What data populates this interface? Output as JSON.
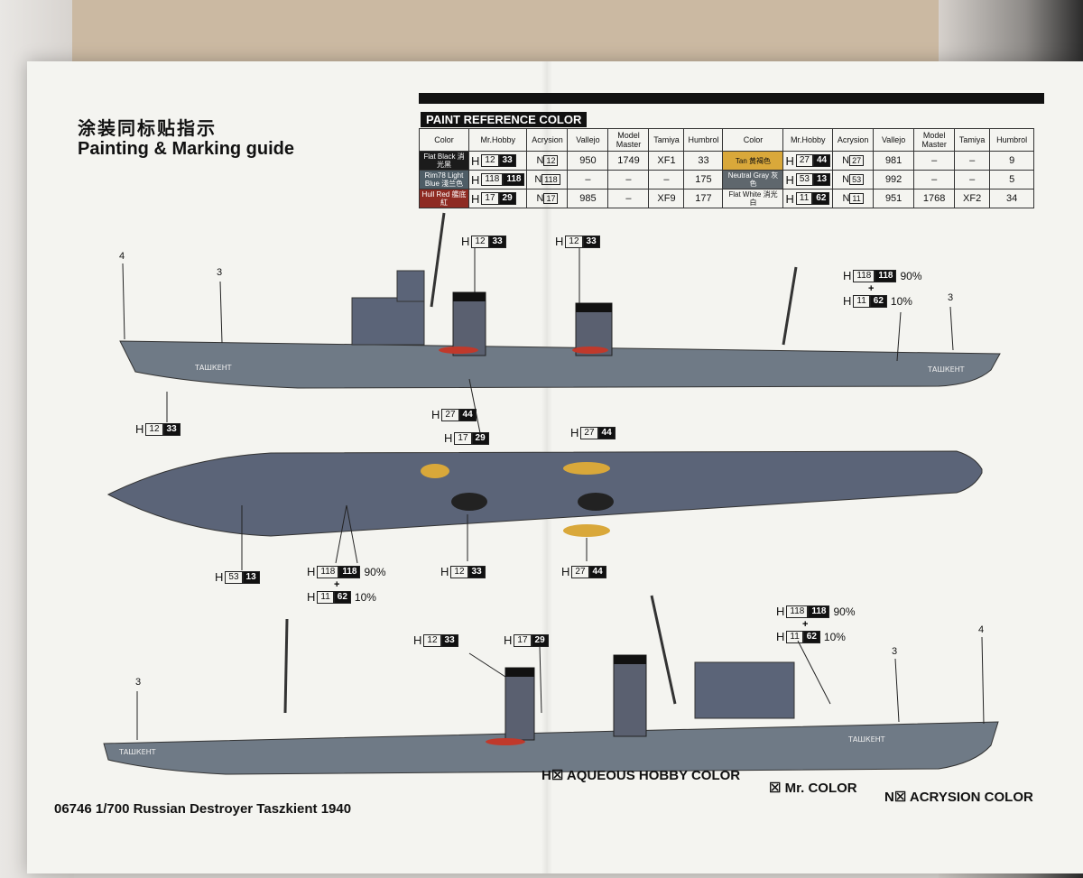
{
  "titles": {
    "chinese": "涂装同标贴指示",
    "english": "Painting & Marking guide"
  },
  "paint_reference": {
    "heading": "PAINT REFERENCE COLOR",
    "headers_left": [
      "Color",
      "Mr.Hobby",
      "Acrysion",
      "Vallejo",
      "Model Master",
      "Tamiya",
      "Humbrol"
    ],
    "headers_right": [
      "Color",
      "Mr.Hobby",
      "Acrysion",
      "Vallejo",
      "Model Master",
      "Tamiya",
      "Humbrol"
    ],
    "rows": [
      {
        "left": {
          "color": "Flat Black 消光黑",
          "mrhobby_h": "H",
          "mrhobby_a": "12",
          "mrhobby_b": "33",
          "acrysion_n": "N",
          "acrysion": "12",
          "vallejo": "950",
          "model_master": "1749",
          "tamiya": "XF1",
          "humbrol": "33"
        },
        "right": {
          "color": "Tan 黄褐色",
          "mrhobby_h": "H",
          "mrhobby_a": "27",
          "mrhobby_b": "44",
          "acrysion_n": "N",
          "acrysion": "27",
          "vallejo": "981",
          "model_master": "–",
          "tamiya": "–",
          "humbrol": "9"
        }
      },
      {
        "left": {
          "color": "Rim78 Light Blue 淺兰色",
          "mrhobby_h": "H",
          "mrhobby_a": "118",
          "mrhobby_b": "118",
          "acrysion_n": "N",
          "acrysion": "118",
          "vallejo": "–",
          "model_master": "–",
          "tamiya": "–",
          "humbrol": "175"
        },
        "right": {
          "color": "Neutral Gray 灰色",
          "mrhobby_h": "H",
          "mrhobby_a": "53",
          "mrhobby_b": "13",
          "acrysion_n": "N",
          "acrysion": "53",
          "vallejo": "992",
          "model_master": "–",
          "tamiya": "–",
          "humbrol": "5"
        }
      },
      {
        "left": {
          "color": "Hull Red 艦底紅",
          "mrhobby_h": "H",
          "mrhobby_a": "17",
          "mrhobby_b": "29",
          "acrysion_n": "N",
          "acrysion": "17",
          "vallejo": "985",
          "model_master": "–",
          "tamiya": "XF9",
          "humbrol": "177"
        },
        "right": {
          "color": "Flat White 消光白",
          "mrhobby_h": "H",
          "mrhobby_a": "11",
          "mrhobby_b": "62",
          "acrysion_n": "N",
          "acrysion": "11",
          "vallejo": "951",
          "model_master": "1768",
          "tamiya": "XF2",
          "humbrol": "34"
        }
      }
    ]
  },
  "codes": {
    "h": "H",
    "c12_33": {
      "a": "12",
      "b": "33"
    },
    "c17_29": {
      "a": "17",
      "b": "29"
    },
    "c27_44": {
      "a": "27",
      "b": "44"
    },
    "c53_13": {
      "a": "53",
      "b": "13"
    },
    "c118_118": {
      "a": "118",
      "b": "118"
    },
    "c11_62": {
      "a": "11",
      "b": "62"
    },
    "pct90": "90%",
    "pct10": "10%",
    "plus": "+"
  },
  "callouts": {
    "three": "3",
    "four": "4"
  },
  "hull_name": "ТАШКЕНТ",
  "legend": {
    "aqueous": "H☒ AQUEOUS HOBBY COLOR",
    "mr_color": "☒ Mr. COLOR",
    "acrysion": "N☒ ACRYSION COLOR"
  },
  "footer": "06746  1/700  Russian Destroyer Taszkient 1940",
  "colors": {
    "hull_gray": "#6f7a86",
    "deck_blue": "#5b6478",
    "hull_red": "#8e2a22",
    "tan": "#d9a83a",
    "black": "#111111"
  }
}
